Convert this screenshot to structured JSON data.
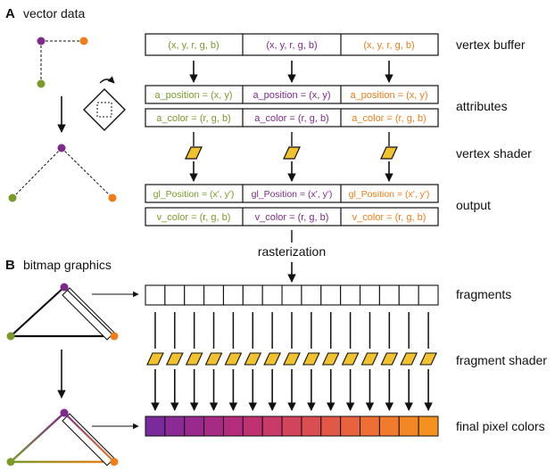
{
  "panel_a": {
    "letter": "A",
    "title": "vector data",
    "vertex_buffer": {
      "label": "vertex buffer",
      "cells": [
        "(x, y, r, g, b)",
        "(x, y, r, g, b)",
        "(x, y, r, g, b)"
      ]
    },
    "attributes": {
      "label": "attributes",
      "position_cells": [
        "a_position = (x, y)",
        "a_position = (x, y)",
        "a_position = (x, y)"
      ],
      "color_cells": [
        "a_color = (r, g, b)",
        "a_color = (r, g, b)",
        "a_color = (r, g, b)"
      ]
    },
    "vertex_shader": {
      "label": "vertex shader"
    },
    "output": {
      "label": "output",
      "position_cells": [
        "gl_Position = (x', y')",
        "gl_Position = (x', y')",
        "gl_Position = (x', y')"
      ],
      "color_cells": [
        "v_color = (r, g, b)",
        "v_color = (r, g, b)",
        "v_color = (r, g, b)"
      ]
    },
    "rasterization": "rasterization"
  },
  "panel_b": {
    "letter": "B",
    "title": "bitmap graphics",
    "fragments": {
      "label": "fragments"
    },
    "fragment_shader": {
      "label": "fragment shader"
    },
    "final_pixels": {
      "label": "final pixel colors",
      "colors": [
        "#7b2a9c",
        "#8a2a95",
        "#99298d",
        "#a72a85",
        "#b32d7c",
        "#bf3272",
        "#c93a67",
        "#d2435c",
        "#da4d51",
        "#e15847",
        "#e8633d",
        "#ed6f34",
        "#f17b2c",
        "#f48725",
        "#f5921f"
      ]
    }
  },
  "colors": {
    "vertex1": "#7a9a2a",
    "vertex2": "#7d2a8c",
    "vertex3": "#ef7d1a",
    "shader_fill": "#f2c12e",
    "line": "#111111"
  }
}
